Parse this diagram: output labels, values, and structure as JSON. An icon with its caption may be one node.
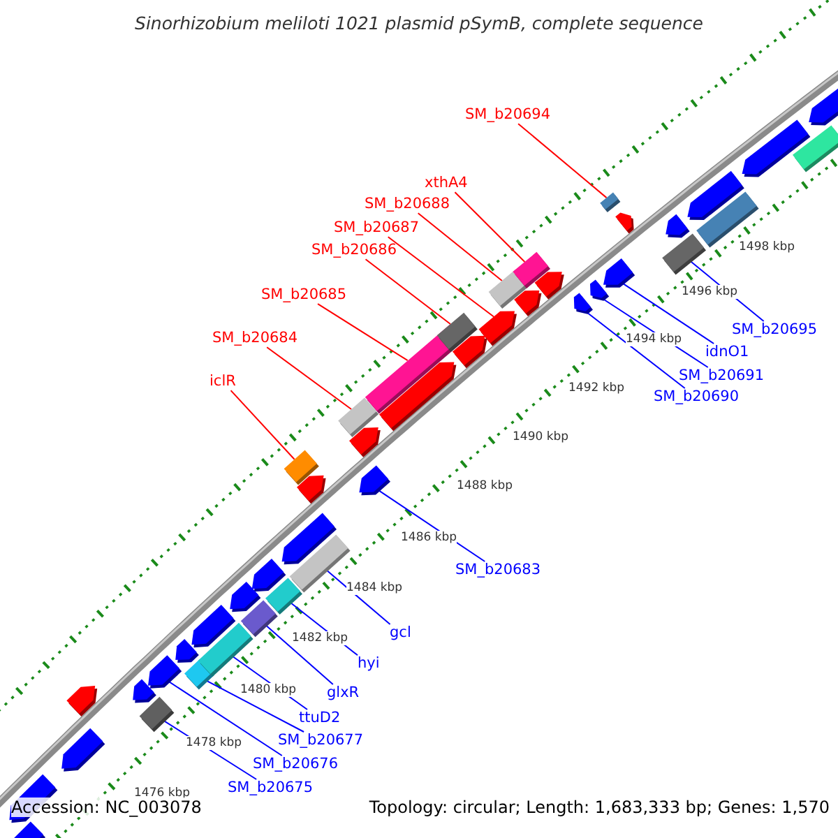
{
  "diagram": {
    "title": "Sinorhizobium meliloti 1021 plasmid pSymB, complete sequence",
    "nodes": [
      {
        "text": [
          "SM_b20694"
        ]
      },
      {
        "text": [
          "xthA4"
        ]
      },
      {
        "text": [
          "SM_b20688"
        ]
      },
      {
        "text": [
          "SM_b20687"
        ]
      },
      {
        "text": [
          "SM_b20686"
        ]
      },
      {
        "text": [
          "SM_b20685"
        ]
      },
      {
        "text": [
          "SM_b20695"
        ]
      },
      {
        "text": [
          "SM_b20684"
        ]
      },
      {
        "text": [
          "idnO1"
        ]
      },
      {
        "text": [
          "SM_b20691"
        ]
      },
      {
        "text": [
          "iclR"
        ]
      },
      {
        "text": [
          "SM_b20690"
        ]
      },
      {
        "text": [
          "SM_b20683"
        ]
      },
      {
        "text": [
          "gcl"
        ]
      },
      {
        "text": [
          "hyi"
        ]
      },
      {
        "text": [
          "glxR"
        ]
      },
      {
        "text": [
          "ttuD2"
        ]
      },
      {
        "text": [
          "SM_b20677"
        ]
      },
      {
        "text": [
          "SM_b20676"
        ]
      },
      {
        "text": [
          "SM_b20675"
        ]
      },
      {
        "text": [],
        "shape": "box"
      },
      {
        "text": [],
        "shape": "arrow"
      },
      {
        "text": [],
        "shape": "box"
      },
      {
        "text": [],
        "shape": "box"
      },
      {
        "text": [],
        "shape": "box"
      },
      {
        "text": [],
        "shape": "box"
      },
      {
        "text": [],
        "shape": "box"
      },
      {
        "text": [],
        "shape": "box"
      },
      {
        "text": [],
        "shape": "box"
      },
      {
        "text": [],
        "shape": "arrow"
      },
      {
        "text": [],
        "shape": "box"
      },
      {
        "text": [],
        "shape": "box"
      },
      {
        "text": [],
        "shape": "arrow"
      },
      {
        "text": [],
        "shape": "box"
      },
      {
        "text": [],
        "shape": "box"
      },
      {
        "text": [],
        "shape": "arrow"
      },
      {
        "text": [],
        "shape": "arrow"
      },
      {
        "text": [],
        "shape": "box"
      },
      {
        "text": [],
        "shape": "arrow"
      },
      {
        "text": [],
        "shape": "box"
      },
      {
        "text": [],
        "shape": "arrow"
      },
      {
        "text": [],
        "shape": "arrow"
      },
      {
        "text": [],
        "shape": "arrow"
      },
      {
        "text": [],
        "shape": "arrow"
      },
      {
        "text": [],
        "shape": "arrow"
      },
      {
        "text": [],
        "shape": "arrow"
      },
      {
        "text": [],
        "shape": "arrow"
      },
      {
        "text": [],
        "shape": "arrow"
      },
      {
        "text": [],
        "shape": "arrow"
      },
      {
        "text": [],
        "shape": "arrow"
      },
      {
        "text": [],
        "shape": "arrow"
      },
      {
        "text": [],
        "shape": "arrow"
      },
      {
        "text": [],
        "shape": "arrow"
      },
      {
        "text": [],
        "shape": "arrow"
      },
      {
        "text": [],
        "shape": "arrow"
      },
      {
        "text": [],
        "shape": "arrow"
      },
      {
        "text": [],
        "shape": "arrow"
      },
      {
        "text": [],
        "shape": "arrow"
      },
      {
        "text": [],
        "shape": "arrow"
      },
      {
        "text": [],
        "shape": "arrow"
      },
      {
        "text": [],
        "shape": "box"
      },
      {
        "text": [],
        "shape": "box"
      },
      {
        "text": [],
        "shape": "arrow"
      }
    ],
    "edges": [
      {
        "from": 0,
        "to": 37,
        "arrow": "none",
        "color": "#ff0000"
      },
      {
        "from": 1,
        "to": 34,
        "arrow": "none",
        "color": "#ff0000"
      },
      {
        "from": 2,
        "to": 33,
        "arrow": "none",
        "color": "#ff0000"
      },
      {
        "from": 3,
        "to": 32,
        "arrow": "none",
        "color": "#ff0000"
      },
      {
        "from": 4,
        "to": 31,
        "arrow": "none",
        "color": "#ff0000"
      },
      {
        "from": 5,
        "to": 30,
        "arrow": "none",
        "color": "#ff0000"
      },
      {
        "from": 6,
        "to": 39,
        "arrow": "none"
      },
      {
        "from": 7,
        "to": 28,
        "arrow": "none",
        "color": "#ff0000"
      },
      {
        "from": 8,
        "to": 38,
        "arrow": "none"
      },
      {
        "from": 9,
        "to": 36,
        "arrow": "none"
      },
      {
        "from": 10,
        "to": 26,
        "arrow": "none",
        "color": "#ff0000"
      },
      {
        "from": 11,
        "to": 35,
        "arrow": "none"
      },
      {
        "from": 12,
        "to": 29,
        "arrow": "none"
      },
      {
        "from": 13,
        "to": 27,
        "arrow": "none"
      },
      {
        "from": 14,
        "to": 25,
        "arrow": "none"
      },
      {
        "from": 15,
        "to": 24,
        "arrow": "none"
      },
      {
        "from": 16,
        "to": 23,
        "arrow": "none"
      },
      {
        "from": 17,
        "to": 22,
        "arrow": "none"
      },
      {
        "from": 18,
        "to": 21,
        "arrow": "none"
      },
      {
        "from": 19,
        "to": 20,
        "arrow": "none"
      }
    ],
    "labels": [
      "1498 kbp",
      "1496 kbp",
      "1494 kbp",
      "1492 kbp",
      "1490 kbp",
      "1488 kbp",
      "1486 kbp",
      "1484 kbp",
      "1482 kbp",
      "1480 kbp",
      "1478 kbp",
      "1476 kbp",
      "Accession: NC_003078",
      "Topology: circular; Length: 1,683,333 bp; Genes: 1,570"
    ]
  }
}
